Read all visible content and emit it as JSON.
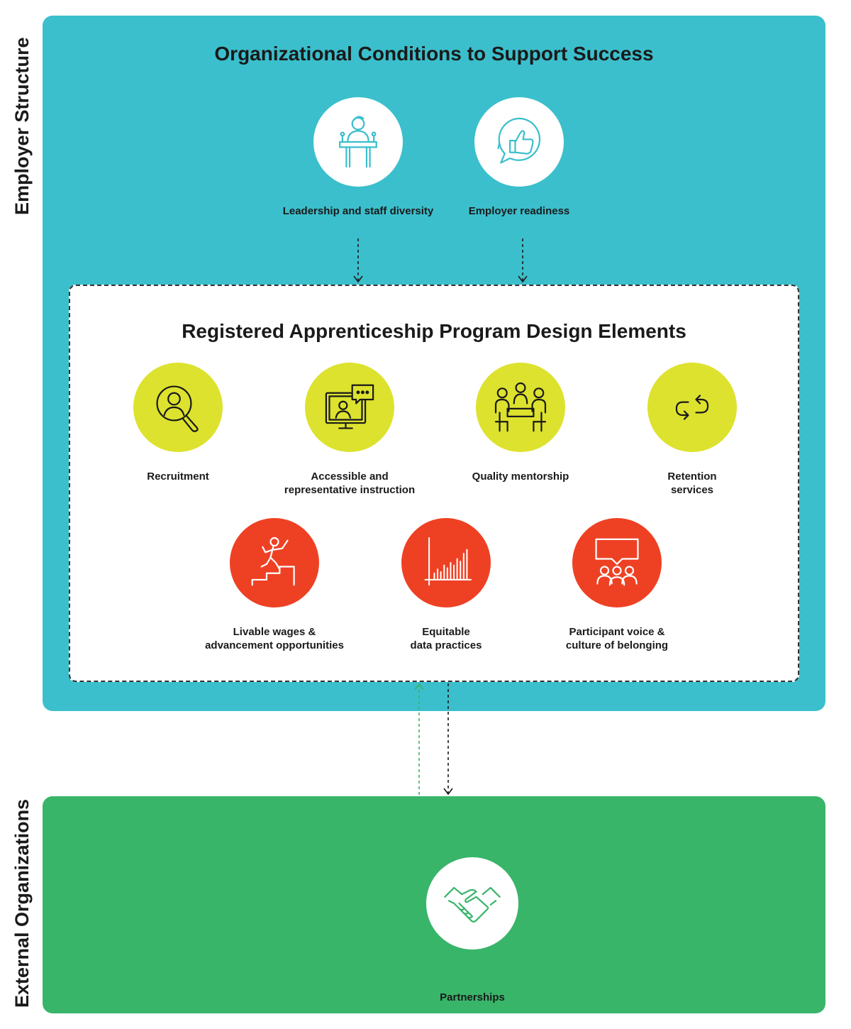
{
  "side_labels": {
    "employer": "Employer Structure",
    "external": "External Organizations"
  },
  "organizational": {
    "title": "Organizational Conditions to Support Success",
    "items": [
      {
        "label": "Leadership and staff diversity",
        "icon": "podium-speaker-icon"
      },
      {
        "label": "Employer readiness",
        "icon": "thumbs-up-speech-bubble-icon"
      }
    ]
  },
  "program": {
    "title": "Registered Apprenticeship Program Design Elements",
    "items": [
      {
        "label": "Recruitment",
        "icon": "magnifier-person-icon",
        "color": "#dde22e"
      },
      {
        "label": "Accessible and\nrepresentative instruction",
        "icon": "video-instruction-icon",
        "color": "#dde22e"
      },
      {
        "label": "Quality mentorship",
        "icon": "meeting-table-icon",
        "color": "#dde22e"
      },
      {
        "label": "Retention\nservices",
        "icon": "cycle-arrows-icon",
        "color": "#dde22e"
      },
      {
        "label": "Livable wages &\nadvancement opportunities",
        "icon": "climbing-stairs-icon",
        "color": "#ee4124"
      },
      {
        "label": "Equitable\ndata practices",
        "icon": "bar-chart-icon",
        "color": "#ee4124"
      },
      {
        "label": "Participant voice &\nculture of belonging",
        "icon": "group-speech-icon",
        "color": "#ee4124"
      }
    ]
  },
  "external": {
    "partnership": {
      "label": "Partnerships",
      "icon": "handshake-icon"
    }
  },
  "colors": {
    "employer_panel": "#3bbfcc",
    "external_panel": "#39b56a",
    "lime": "#dde22e",
    "red": "#ee4124"
  }
}
